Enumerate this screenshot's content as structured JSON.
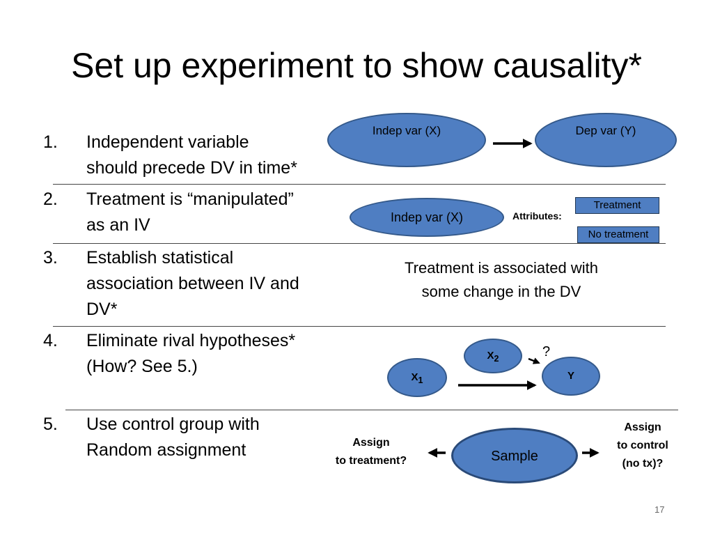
{
  "slide": {
    "title": "Set up experiment to show causality*",
    "page_number": "17"
  },
  "list": [
    {
      "num": "1.",
      "line1": "Independent variable",
      "line2": "should precede DV in time*",
      "line3": ""
    },
    {
      "num": "2.",
      "line1": "Treatment is “manipulated”",
      "line2": "as an IV",
      "line3": ""
    },
    {
      "num": "3.",
      "line1": "Establish statistical",
      "line2": "association between IV and",
      "line3": "DV*"
    },
    {
      "num": "4.",
      "line1": "Eliminate rival hypotheses*",
      "line2": "(How? See 5.)",
      "line3": ""
    },
    {
      "num": "5.",
      "line1": "Use control group with",
      "line2": "Random assignment",
      "line3": ""
    }
  ],
  "row1": {
    "indep": "Indep var (X)",
    "dep": "Dep var (Y)"
  },
  "row2": {
    "indep": "Indep var (X)",
    "attributes": "Attributes:",
    "treatment": "Treatment",
    "no_treatment": "No treatment"
  },
  "row3": {
    "line1": "Treatment is associated with",
    "line2": "some change in the DV"
  },
  "row4": {
    "x1": "X",
    "x1_sub": "1",
    "x2": "X",
    "x2_sub": "2",
    "y": "Y",
    "question": "?"
  },
  "row5": {
    "sample": "Sample",
    "left_line1": "Assign",
    "left_line2": "to treatment?",
    "right_line1": "Assign",
    "right_line2": "to control",
    "right_line3": "(no tx)?"
  },
  "colors": {
    "node_fill": "#4f7ec2",
    "node_border": "#34598a"
  }
}
